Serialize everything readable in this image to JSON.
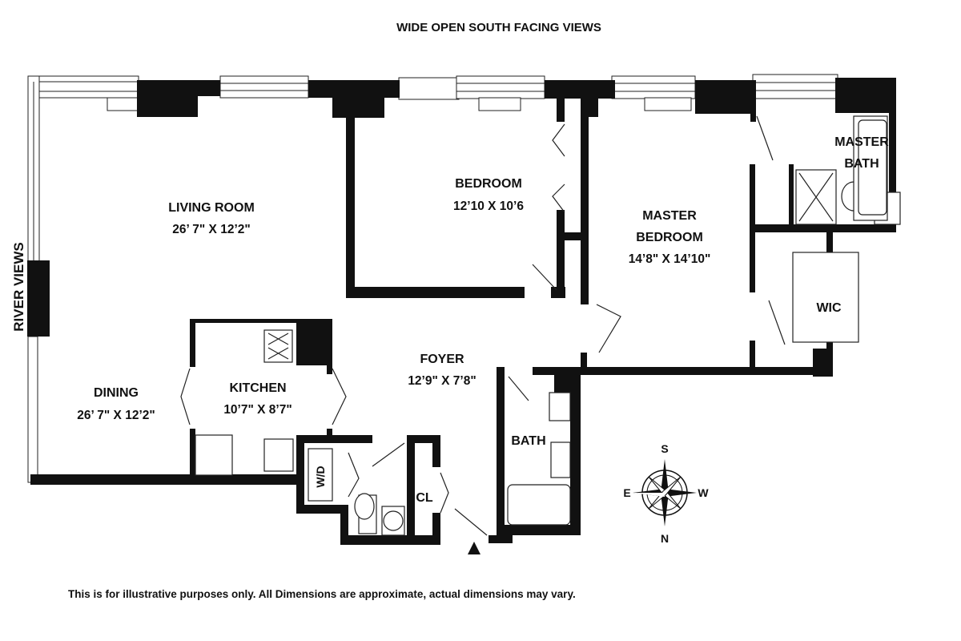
{
  "header": {
    "title": "WIDE OPEN SOUTH FACING VIEWS"
  },
  "side_label": "RIVER VIEWS",
  "rooms": {
    "living": {
      "name": "LIVING ROOM",
      "dims": "26’ 7\" X 12’2\""
    },
    "bedroom": {
      "name": "BEDROOM",
      "dims": "12’10 X 10’6"
    },
    "master_bedroom": {
      "name_line1": "MASTER",
      "name_line2": "BEDROOM",
      "dims": "14’8\" X 14’10\""
    },
    "master_bath": {
      "name_line1": "MASTER",
      "name_line2": "BATH"
    },
    "wic": {
      "name": "WIC"
    },
    "foyer": {
      "name": "FOYER",
      "dims": "12’9\" X 7’8\""
    },
    "kitchen": {
      "name": "KITCHEN",
      "dims": "10’7\" X 8’7\""
    },
    "dining": {
      "name": "DINING",
      "dims": "26’ 7\" X 12’2\""
    },
    "bath": {
      "name": "BATH"
    },
    "wd": {
      "name": "W/D"
    },
    "closet": {
      "name": "CL"
    }
  },
  "compass": {
    "s": "S",
    "n": "N",
    "e": "E",
    "w": "W"
  },
  "footnote": "This is for illustrative purposes only.  All Dimensions are approximate, actual dimensions may vary."
}
